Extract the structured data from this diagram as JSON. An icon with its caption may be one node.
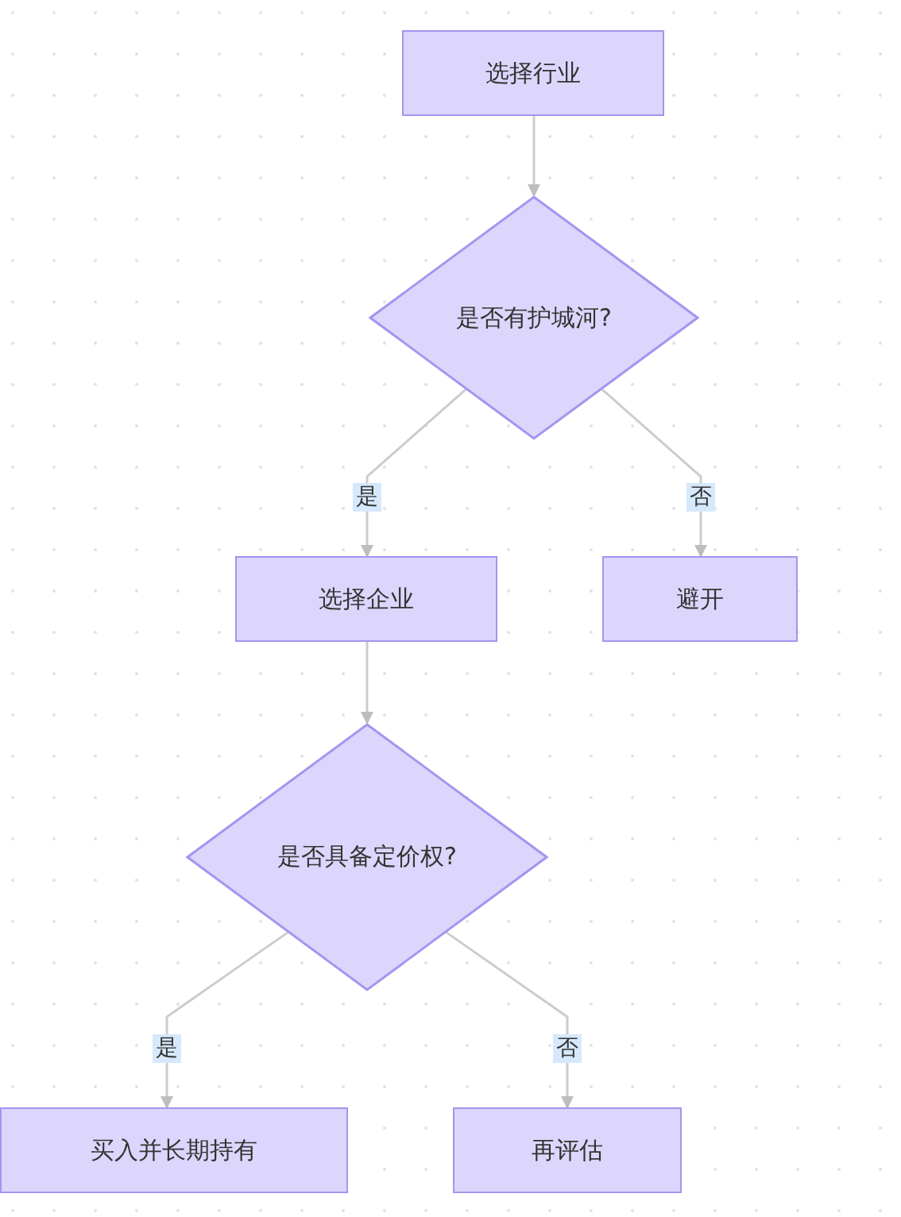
{
  "diagram": {
    "nodes": [
      {
        "text": [
          "选择行业"
        ]
      },
      {
        "text": [
          "是否有护城河?"
        ]
      },
      {
        "text": [
          "选择企业"
        ]
      },
      {
        "text": [
          "避开"
        ]
      },
      {
        "text": [
          "是否具备定价权?"
        ]
      },
      {
        "text": [
          "买入并长期持有"
        ]
      },
      {
        "text": [
          "再评估"
        ]
      }
    ],
    "edges": [
      {
        "from": 0,
        "to": 1,
        "arrow": "to"
      },
      {
        "from": 1,
        "to": 2,
        "arrow": "to",
        "label": "是"
      },
      {
        "from": 1,
        "to": 3,
        "arrow": "to",
        "label": "否"
      },
      {
        "from": 2,
        "to": 4,
        "arrow": "to"
      },
      {
        "from": 4,
        "to": 5,
        "arrow": "to",
        "label": "是"
      },
      {
        "from": 4,
        "to": 6,
        "arrow": "to",
        "label": "否"
      }
    ]
  }
}
